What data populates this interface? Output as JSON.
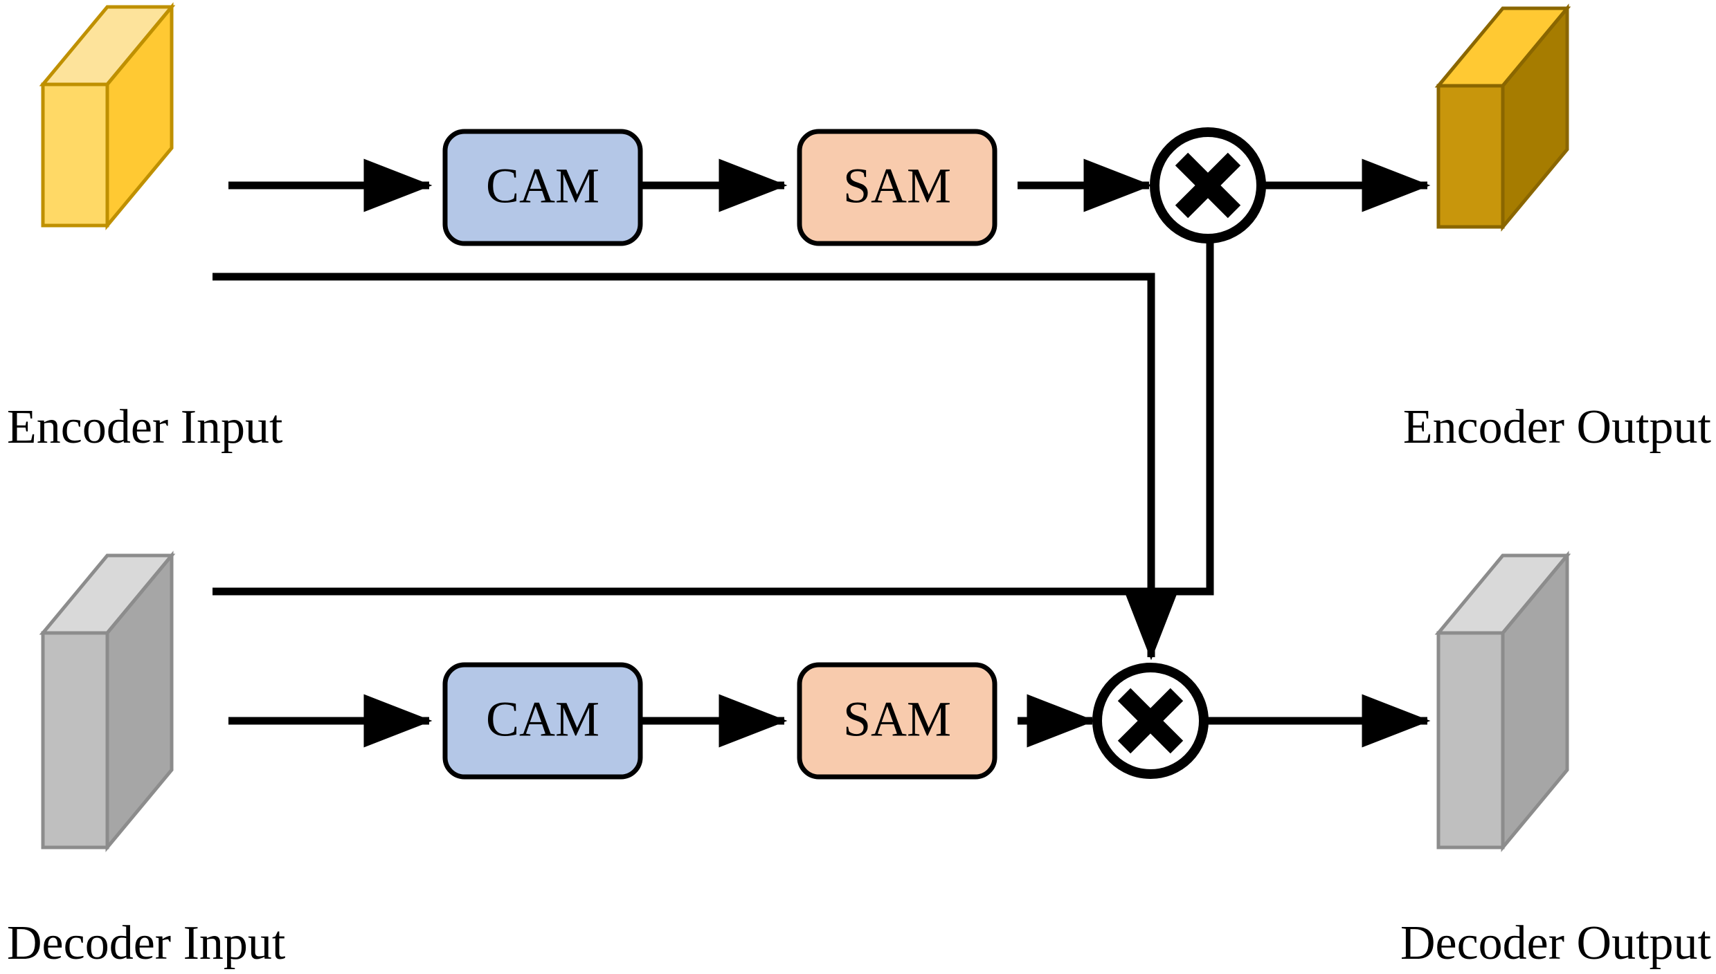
{
  "diagram": {
    "title": "Encoder-Decoder Attention Module (CAM + SAM) Block Diagram",
    "background_color": "#ffffff",
    "stroke_color": "#000000"
  },
  "colors": {
    "encoder_input_front": "#FFC933",
    "encoder_input_top": "#FDE39B",
    "encoder_input_side": "#FFD966",
    "encoder_input_border": "#BF9000",
    "encoder_output_front": "#A67C00",
    "encoder_output_top": "#FFC933",
    "encoder_output_side": "#C8960C",
    "encoder_output_border": "#8A6600",
    "decoder_front": "#A6A6A6",
    "decoder_top": "#D9D9D9",
    "decoder_side": "#BFBFBF",
    "decoder_border": "#8C8C8C",
    "cam_fill": "#B4C7E7",
    "sam_fill": "#F8CBAD",
    "module_border": "#000000",
    "wire": "#000000"
  },
  "volumes": [
    {
      "name": "encoder-input-volume",
      "label": "Encoder Input",
      "label_align": "left"
    },
    {
      "name": "encoder-output-volume",
      "label": "Encoder Output",
      "label_align": "right"
    },
    {
      "name": "decoder-input-volume",
      "label": "Decoder Input",
      "label_align": "left"
    },
    {
      "name": "decoder-output-volume",
      "label": "Decoder Output",
      "label_align": "right"
    }
  ],
  "branches": [
    {
      "id": "encoder-branch",
      "input_label": "Encoder Input",
      "output_label": "Encoder Output",
      "modules": [
        {
          "name": "cam",
          "label": "CAM",
          "fill": "#B4C7E7"
        },
        {
          "name": "sam",
          "label": "SAM",
          "fill": "#F8CBAD"
        }
      ],
      "operator": {
        "name": "multiply",
        "symbol": "×",
        "glyph": "multiply-circle-icon"
      }
    },
    {
      "id": "decoder-branch",
      "input_label": "Decoder Input",
      "output_label": "Decoder Output",
      "modules": [
        {
          "name": "cam",
          "label": "CAM",
          "fill": "#B4C7E7"
        },
        {
          "name": "sam",
          "label": "SAM",
          "fill": "#F8CBAD"
        }
      ],
      "operator": {
        "name": "multiply",
        "symbol": "×",
        "glyph": "multiply-circle-icon"
      }
    }
  ],
  "labels": {
    "encoder_input": "Encoder Input",
    "encoder_output": "Encoder Output",
    "decoder_input": "Decoder Input",
    "decoder_output": "Decoder Output",
    "cam_top": "CAM",
    "sam_top": "SAM",
    "cam_bottom": "CAM",
    "sam_bottom": "SAM"
  },
  "connections": [
    {
      "name": "encoder-main-path",
      "from": "Encoder Input",
      "to": "CAM (top)"
    },
    {
      "name": "encoder-cam-to-sam",
      "from": "CAM (top)",
      "to": "SAM (top)"
    },
    {
      "name": "encoder-sam-to-multiply",
      "from": "SAM (top)",
      "to": "multiply (top)"
    },
    {
      "name": "encoder-multiply-to-output",
      "from": "multiply (top)",
      "to": "Encoder Output"
    },
    {
      "name": "encoder-skip-to-decoder-multiply",
      "from": "Encoder Input",
      "to": "multiply (bottom)"
    },
    {
      "name": "decoder-main-path",
      "from": "Decoder Input",
      "to": "CAM (bottom)"
    },
    {
      "name": "decoder-cam-to-sam",
      "from": "CAM (bottom)",
      "to": "SAM (bottom)"
    },
    {
      "name": "decoder-sam-to-multiply",
      "from": "SAM (bottom)",
      "to": "multiply (bottom)"
    },
    {
      "name": "decoder-multiply-to-output",
      "from": "multiply (bottom)",
      "to": "Decoder Output"
    },
    {
      "name": "decoder-skip-to-encoder-multiply",
      "from": "Decoder Input",
      "to": "multiply (top)"
    }
  ]
}
